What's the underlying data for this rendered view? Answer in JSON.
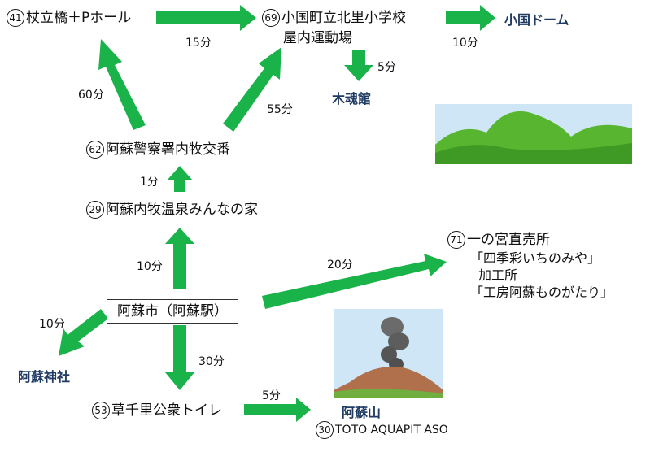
{
  "colors": {
    "arrow": "#1ab34a",
    "dest_text": "#1f3a63",
    "sky": "#cfe6f6",
    "mountain_green": "#58b52f"
  },
  "nodes": {
    "n41": {
      "num": "41",
      "label": "杖立橋＋Pホール"
    },
    "n69": {
      "num": "69",
      "line1": "小国町立北里小学校",
      "line2": "屋内運動場"
    },
    "n62": {
      "num": "62",
      "label": "阿蘇警察署内牧交番"
    },
    "n29": {
      "num": "29",
      "label": "阿蘇内牧温泉みんなの家"
    },
    "n71": {
      "num": "71",
      "lines": [
        "一の宮直売所",
        "「四季彩いちのみや」",
        "加工所",
        "「工房阿蘇ものがたり」"
      ]
    },
    "n53": {
      "num": "53",
      "label": "草千里公衆トイレ"
    },
    "n30": {
      "num": "30",
      "label": "TOTO AQUAPIT ASO"
    }
  },
  "station": "阿蘇市（阿蘇駅）",
  "destinations": {
    "oguni_dome": "小国ドーム",
    "kodamakan": "木魂館",
    "aso_shrine": "阿蘇神社",
    "asosan": "阿蘇山"
  },
  "times": {
    "t41_69": "15分",
    "t69_dome": "10分",
    "t69_kodama": "5分",
    "t62_41": "60分",
    "t62_69": "55分",
    "t29_62": "1分",
    "t_station_29": "10分",
    "t_station_71": "20分",
    "t_station_shrine": "10分",
    "t_station_53": "30分",
    "t53_asosan": "5分"
  }
}
